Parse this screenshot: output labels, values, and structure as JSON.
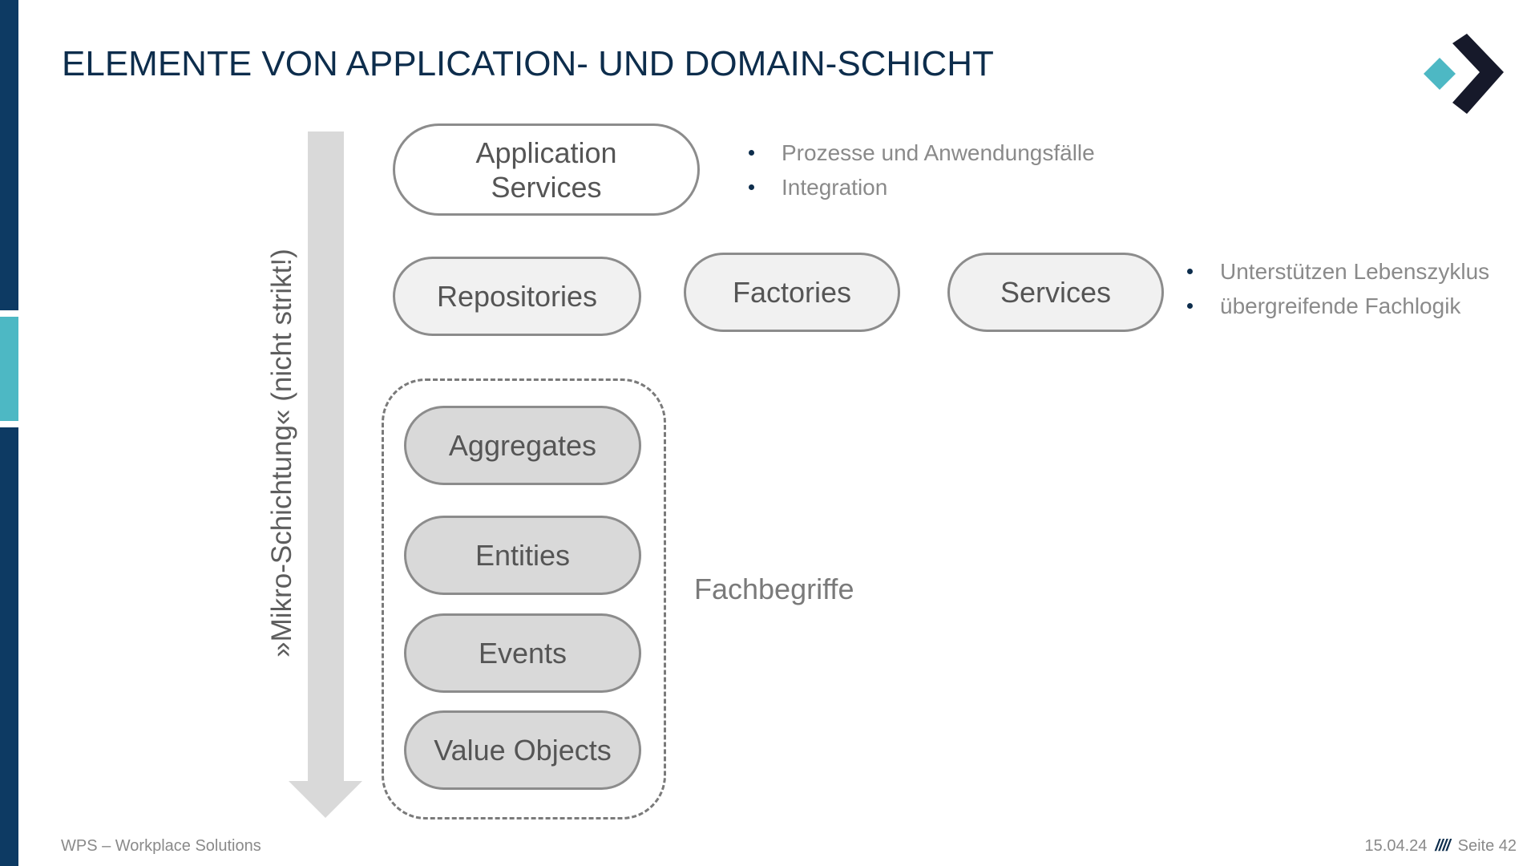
{
  "slide": {
    "title": "ELEMENTE VON APPLICATION- UND DOMAIN-SCHICHT"
  },
  "colors": {
    "navy": "#0d2d4c",
    "teal": "#4db8c4",
    "dark_logo": "#16192a"
  },
  "diagram": {
    "arrow_label": "»Mikro-Schichtung« (nicht strikt!)",
    "application_services": {
      "label_line1": "Application",
      "label_line2": "Services",
      "notes": [
        "Prozesse und Anwendungsfälle",
        "Integration"
      ]
    },
    "repositories": {
      "label": "Repositories"
    },
    "factories": {
      "label": "Factories"
    },
    "services": {
      "label": "Services",
      "notes": [
        "Unterstützen Lebenszyklus",
        "übergreifende Fachlogik"
      ]
    },
    "domain_group": {
      "label": "Fachbegriffe",
      "items": [
        "Aggregates",
        "Entities",
        "Events",
        "Value Objects"
      ]
    }
  },
  "footer": {
    "company": "WPS – Workplace Solutions",
    "date": "15.04.24",
    "separator": "////",
    "page": "Seite 42"
  }
}
